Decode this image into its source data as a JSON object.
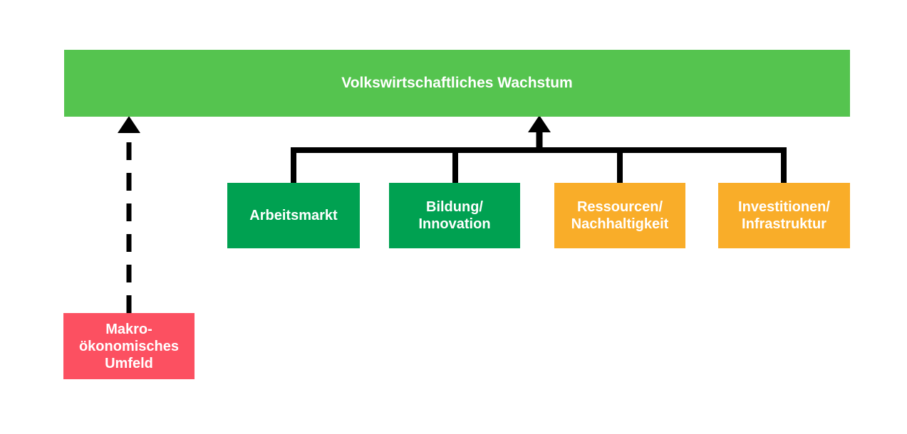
{
  "diagram": {
    "background_color": "#FFFFFF",
    "connector_color": "#000000",
    "title_bar": {
      "label": "Volkswirtschaftliches Wachstum",
      "color": "#55C44F",
      "text_color": "#FFFFFF"
    },
    "factor_boxes": [
      {
        "label": "Arbeitsmarkt",
        "color": "#00A151"
      },
      {
        "label": "Bildung/\nInnovation",
        "color": "#00A151"
      },
      {
        "label": "Ressourcen/\nNachhaltigkeit",
        "color": "#F9AD29"
      },
      {
        "label": "Investitionen/\nInfrastruktur",
        "color": "#F9AD29"
      }
    ],
    "external_factor_box": {
      "label": "Makro-\nökonomisches\nUmfeld",
      "color": "#FC5061",
      "text_color": "#FFFFFF"
    }
  }
}
